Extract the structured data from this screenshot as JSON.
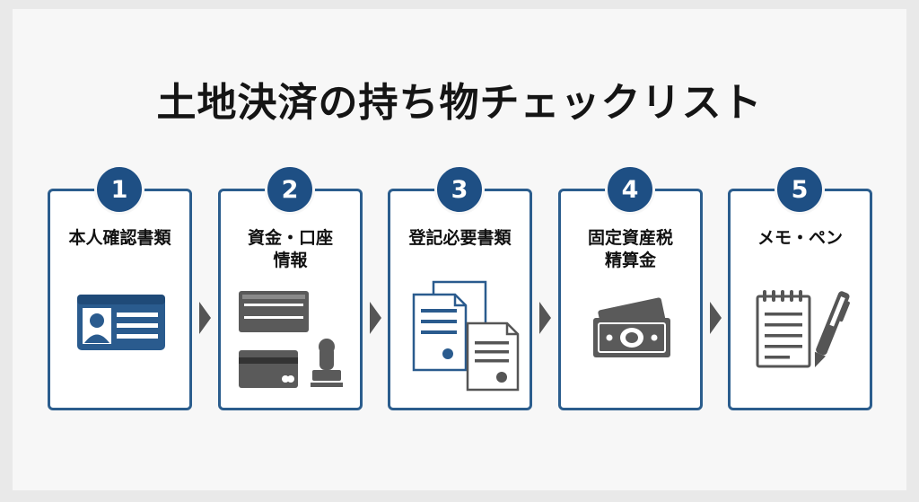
{
  "title": "土地決済の持ち物チェックリスト",
  "steps": [
    {
      "number": "1",
      "lines": [
        "本人確認書類"
      ],
      "icon": "id-card-icon"
    },
    {
      "number": "2",
      "lines": [
        "資金・口座",
        "情報"
      ],
      "icon": "bankbook-card-seal-icon"
    },
    {
      "number": "3",
      "lines": [
        "登記必要書類"
      ],
      "icon": "certificate-documents-icon"
    },
    {
      "number": "4",
      "lines": [
        "固定資産税",
        "精算金"
      ],
      "icon": "cash-icon"
    },
    {
      "number": "5",
      "lines": [
        "メモ・ペン"
      ],
      "icon": "notepad-pen-icon"
    }
  ],
  "colors": {
    "accent": "#1e4f84",
    "border": "#2b5d8d",
    "icon": "#555555",
    "arrow": "#555555"
  }
}
